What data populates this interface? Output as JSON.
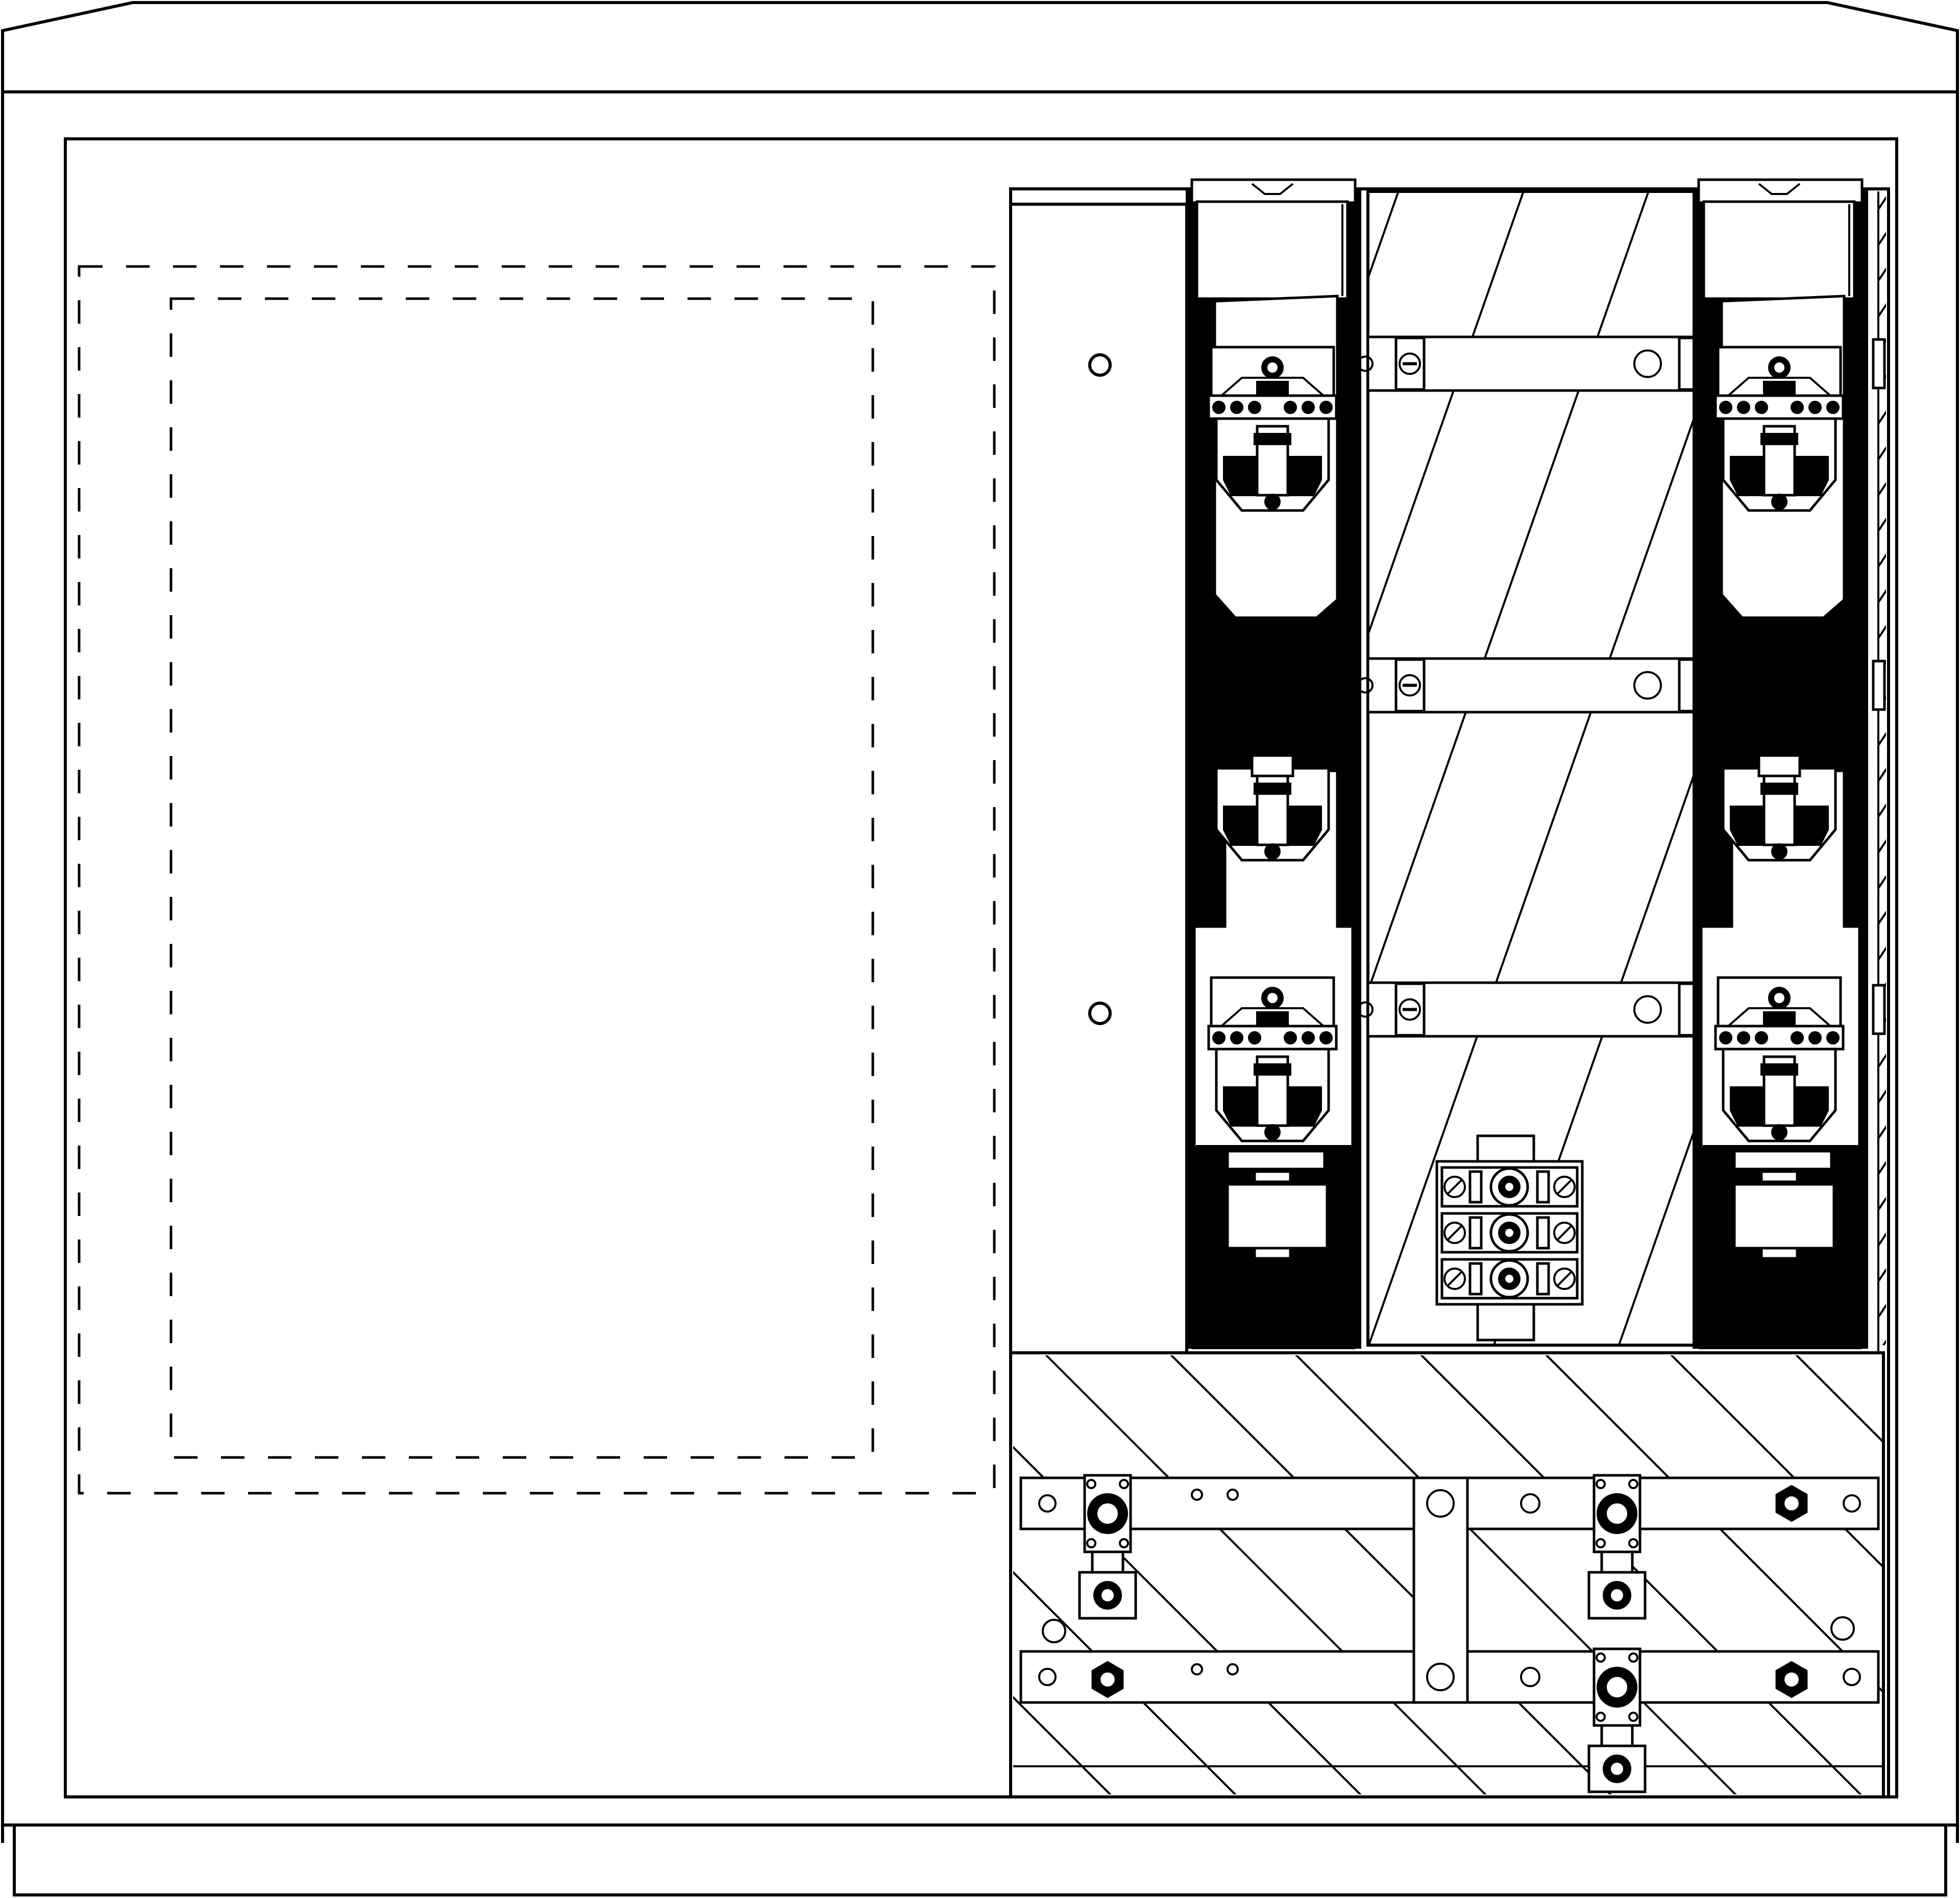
{
  "colors": {
    "line": "#000000",
    "background": "#ffffff"
  },
  "layout_parts": {
    "fuse_units": [
      "left",
      "right"
    ],
    "fuse_rows": [
      "upper",
      "middle",
      "lower"
    ],
    "busbars": [
      "top",
      "middle",
      "bottom"
    ],
    "lower_bars": [
      "upper",
      "lower"
    ]
  }
}
